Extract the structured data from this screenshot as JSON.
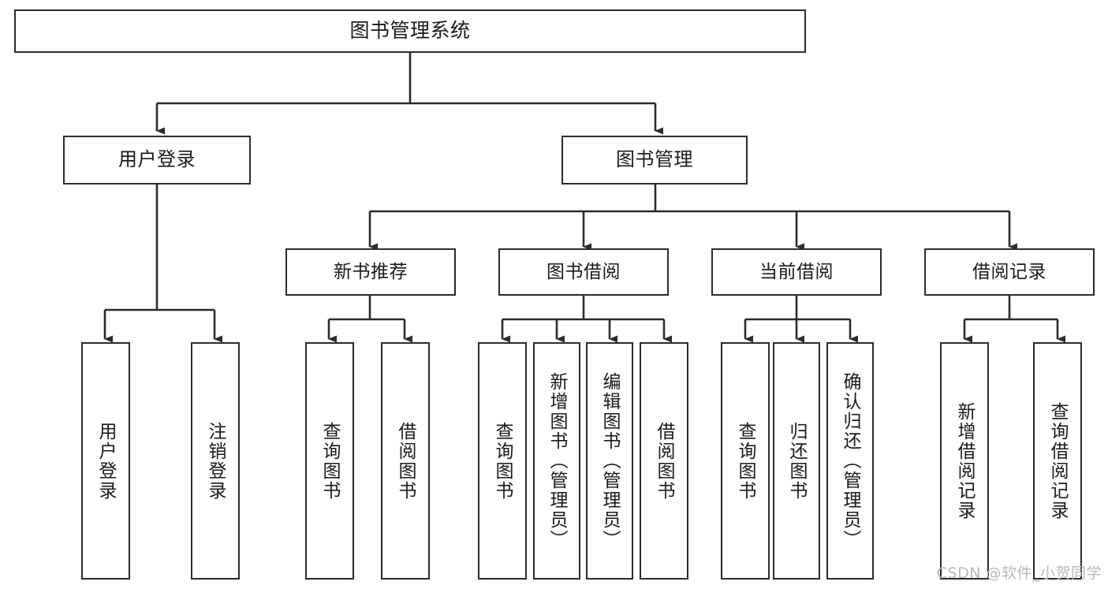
{
  "diagram": {
    "type": "tree-hierarchy",
    "title": "图书管理系统",
    "watermark": "CSDN @软件_小贺同学",
    "colors": {
      "box_border": "#2b2b2b",
      "box_fill": "#ffffff",
      "connector": "#2b2b2b",
      "text": "#1a1a1a",
      "watermark": "#b9b9b9"
    },
    "nodes": {
      "root": {
        "label": "图书管理系统",
        "level": 1
      },
      "user_login": {
        "label": "用户登录",
        "level": 2
      },
      "book_manage": {
        "label": "图书管理",
        "level": 2
      },
      "new_book_rec": {
        "label": "新书推荐",
        "level": 3
      },
      "book_borrow": {
        "label": "图书借阅",
        "level": 3
      },
      "current_borrow": {
        "label": "当前借阅",
        "level": 3
      },
      "borrow_record": {
        "label": "借阅记录",
        "level": 3
      },
      "leaf_user_login": {
        "label": "用户登录",
        "level": 4
      },
      "leaf_logout": {
        "label": "注销登录",
        "level": 4
      },
      "leaf_query_book_1": {
        "label": "查询图书",
        "level": 4
      },
      "leaf_borrow_book_1": {
        "label": "借阅图书",
        "level": 4
      },
      "leaf_query_book_2": {
        "label": "查询图书",
        "level": 4
      },
      "leaf_add_book": {
        "label": "新增图书（管理员）",
        "level": 4
      },
      "leaf_edit_book": {
        "label": "编辑图书（管理员）",
        "level": 4
      },
      "leaf_borrow_book_2": {
        "label": "借阅图书",
        "level": 4
      },
      "leaf_query_book_3": {
        "label": "查询图书",
        "level": 4
      },
      "leaf_return_book": {
        "label": "归还图书",
        "level": 4
      },
      "leaf_confirm_return": {
        "label": "确认归还（管理员）",
        "level": 4
      },
      "leaf_add_record": {
        "label": "新增借阅记录",
        "level": 4
      },
      "leaf_query_record": {
        "label": "查询借阅记录",
        "level": 4
      }
    }
  }
}
